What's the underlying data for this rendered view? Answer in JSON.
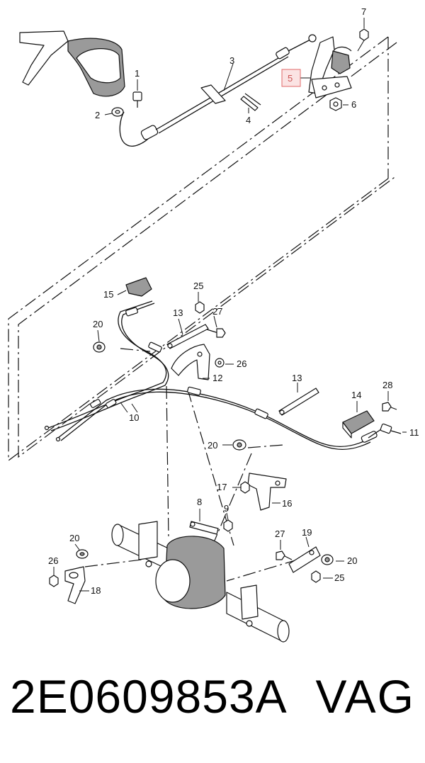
{
  "diagram": {
    "callouts": {
      "c1": "1",
      "c2": "2",
      "c3": "3",
      "c4": "4",
      "c5": "5",
      "c6": "6",
      "c7": "7",
      "c8": "8",
      "c9": "9",
      "c10": "10",
      "c11": "11",
      "c12": "12",
      "c13a": "13",
      "c13b": "13",
      "c14": "14",
      "c15": "15",
      "c16": "16",
      "c17": "17",
      "c18": "18",
      "c19": "19",
      "c20a": "20",
      "c20b": "20",
      "c20c": "20",
      "c20d": "20",
      "c25a": "25",
      "c25b": "25",
      "c26a": "26",
      "c26b": "26",
      "c27a": "27",
      "c27b": "27",
      "c28": "28"
    },
    "highlight_color": "#e26a6a",
    "highlight_fill": "#fbe3e3"
  },
  "footer": {
    "part_number": "2E0609853A",
    "brand": "VAG"
  }
}
